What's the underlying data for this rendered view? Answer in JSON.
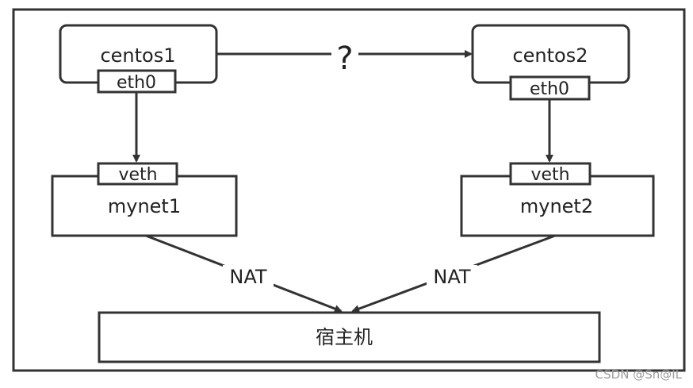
{
  "nodes": {
    "centos1": "centos1",
    "centos2": "centos2",
    "eth0_left": "eth0",
    "eth0_right": "eth0",
    "veth_left": "veth",
    "veth_right": "veth",
    "mynet1": "mynet1",
    "mynet2": "mynet2",
    "host": "宿主机"
  },
  "edges": {
    "question": "?",
    "nat_left": "NAT",
    "nat_right": "NAT"
  },
  "watermark": "CSDN @Sn@IL"
}
